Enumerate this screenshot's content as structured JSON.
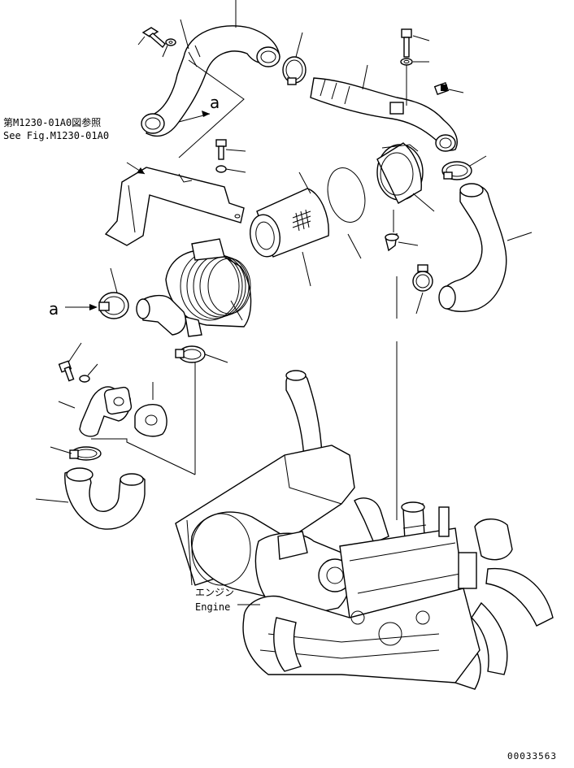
{
  "diagram": {
    "reference_note": {
      "line_jp": "第M1230-01A0図参照",
      "line_en": "See Fig.M1230-01A0"
    },
    "engine_label": {
      "line_jp": "エンジン",
      "line_en": "Engine"
    },
    "callouts": [
      "a",
      "a"
    ],
    "document_number": "00033563"
  }
}
